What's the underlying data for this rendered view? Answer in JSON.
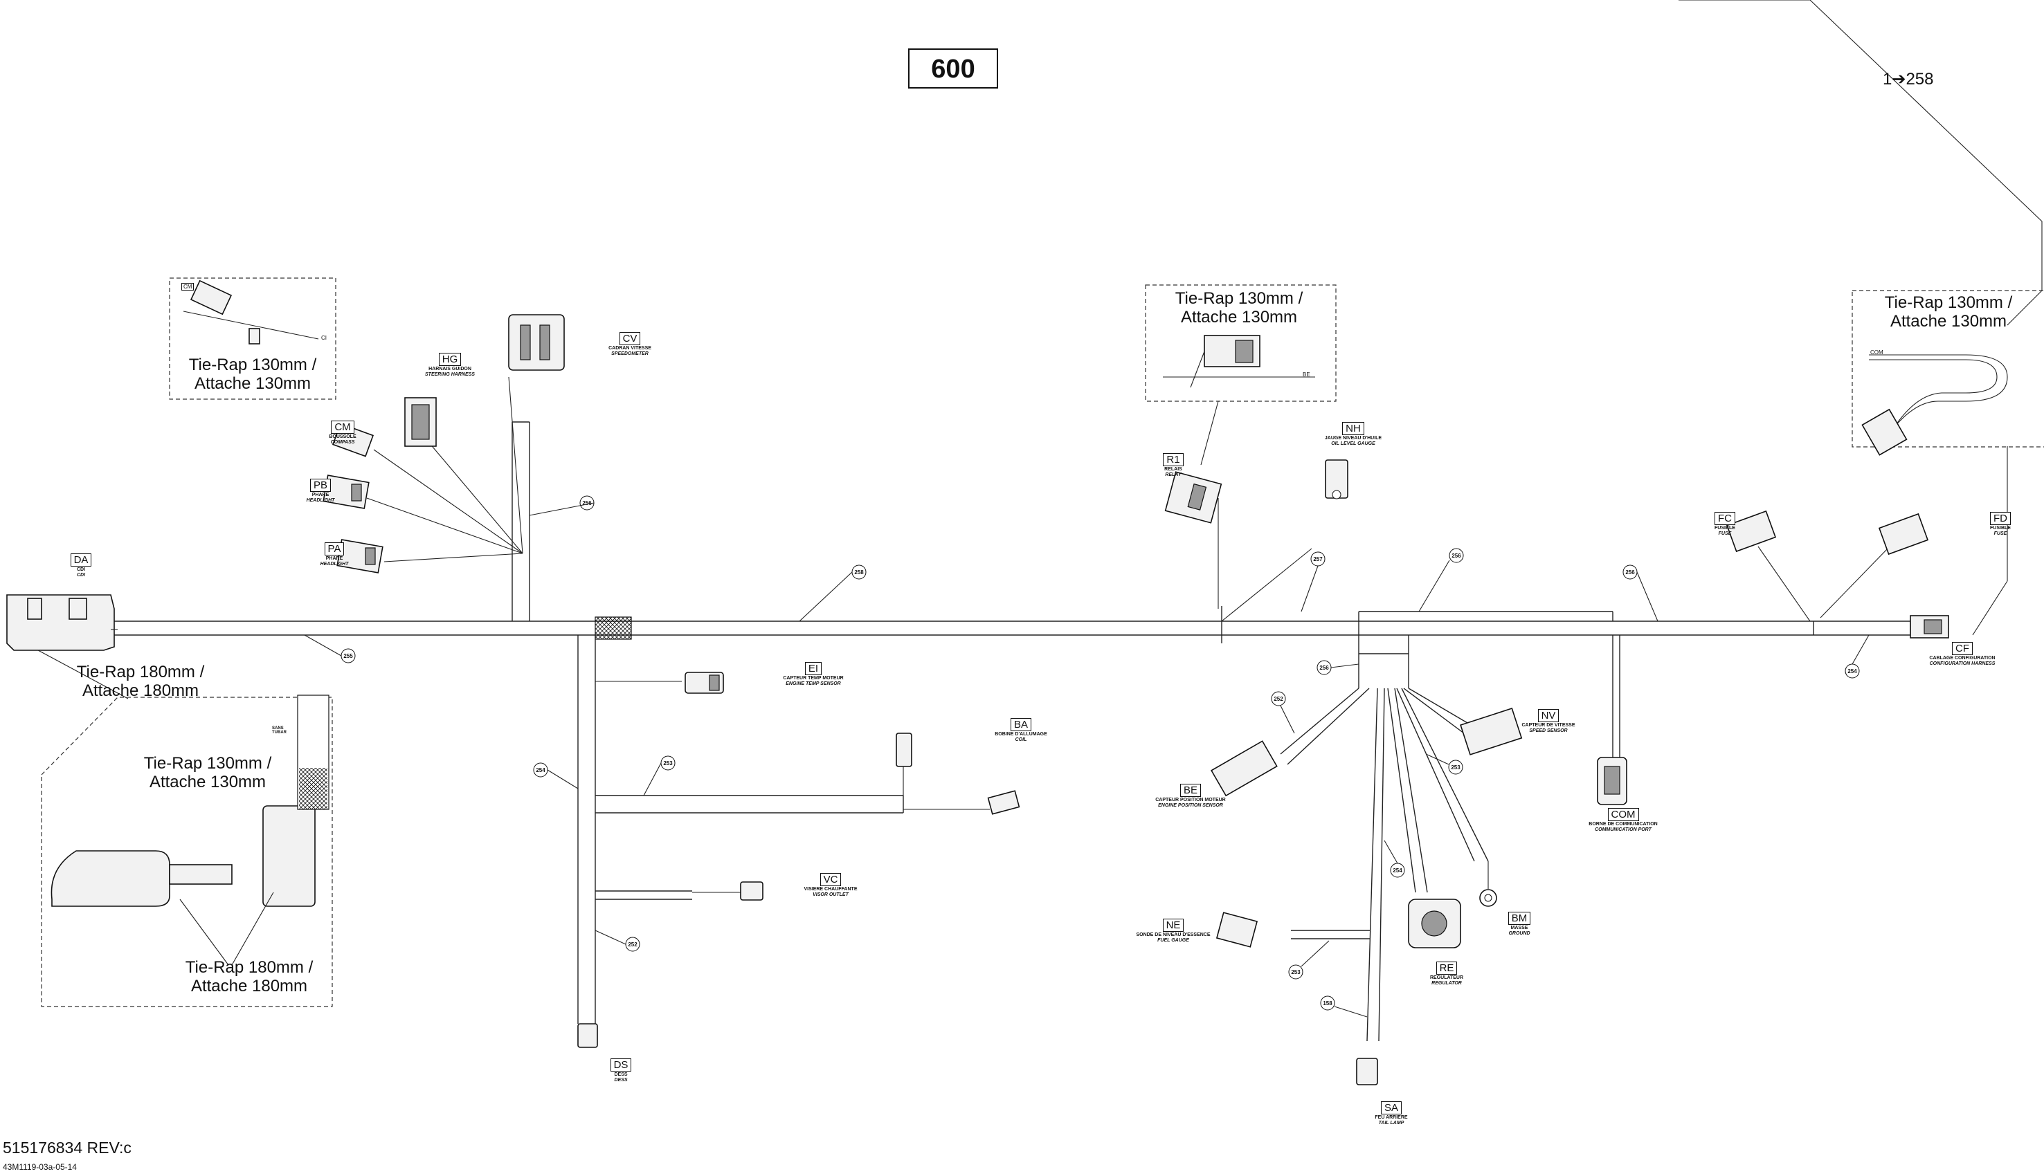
{
  "page_title": "600",
  "part_number": "515176834 REV:c",
  "drawing_code": "43M1119-03a-05-14",
  "reference_arrow": "1➔258",
  "tie_rap_130": [
    "Tie-Rap 130mm /",
    "Attache 130mm"
  ],
  "tie_rap_180": [
    "Tie-Rap 180mm /",
    "Attache 180mm"
  ],
  "detail_labels": {
    "cm_small": "CM",
    "ci_small": "CI",
    "be_small": "BE",
    "com_small": "COM",
    "tube": "SANS TUBAR"
  },
  "connectors": [
    {
      "code": "DA",
      "line1": "CDI",
      "line2": "CDI"
    },
    {
      "code": "HG",
      "line1": "HARNAIS GUIDON",
      "line2": "STEERING HARNESS"
    },
    {
      "code": "CV",
      "line1": "CADRAN VITESSE",
      "line2": "SPEEDOMETER"
    },
    {
      "code": "CM",
      "line1": "BOUSSOLE",
      "line2": "COMPASS"
    },
    {
      "code": "PB",
      "line1": "PHARE",
      "line2": "HEADLIGHT"
    },
    {
      "code": "PA",
      "line1": "PHARE",
      "line2": "HEADLIGHT"
    },
    {
      "code": "EI",
      "line1": "CAPTEUR TEMP MOTEUR",
      "line2": "ENGINE TEMP SENSOR"
    },
    {
      "code": "BA",
      "line1": "BOBINE D'ALLUMAGE",
      "line2": "COIL"
    },
    {
      "code": "VC",
      "line1": "VISIERE CHAUFFANTE",
      "line2": "VISOR OUTLET"
    },
    {
      "code": "DS",
      "line1": "DESS",
      "line2": "DESS"
    },
    {
      "code": "R1",
      "line1": "RELAIS",
      "line2": "RELAY"
    },
    {
      "code": "NH",
      "line1": "JAUGE NIVEAU D'HUILE",
      "line2": "OIL LEVEL GAUGE"
    },
    {
      "code": "FC",
      "line1": "FUSIBLE",
      "line2": "FUSE"
    },
    {
      "code": "FD",
      "line1": "FUSIBLE",
      "line2": "FUSE"
    },
    {
      "code": "CF",
      "line1": "CABLAGE CONFIGURATION",
      "line2": "CONFIGURATION HARNESS"
    },
    {
      "code": "NV",
      "line1": "CAPTEUR DE VITESSE",
      "line2": "SPEED SENSOR"
    },
    {
      "code": "BE",
      "line1": "CAPTEUR POSITION MOTEUR",
      "line2": "ENGINE POSITION SENSOR"
    },
    {
      "code": "COM",
      "line1": "BORNE DE COMMUNICATION",
      "line2": "COMMUNICATION PORT"
    },
    {
      "code": "BM",
      "line1": "MASSE",
      "line2": "GROUND"
    },
    {
      "code": "NE",
      "line1": "SONDE DE NIVEAU D'ESSENCE",
      "line2": "FUEL GAUGE"
    },
    {
      "code": "RE",
      "line1": "REGULATEUR",
      "line2": "REGULATOR"
    },
    {
      "code": "SA",
      "line1": "FEU ARRIERE",
      "line2": "TAIL LAMP"
    }
  ],
  "callouts": [
    "256",
    "258",
    "255",
    "254",
    "253",
    "252",
    "257",
    "256",
    "256",
    "254",
    "256",
    "252",
    "253",
    "254",
    "253",
    "158"
  ]
}
